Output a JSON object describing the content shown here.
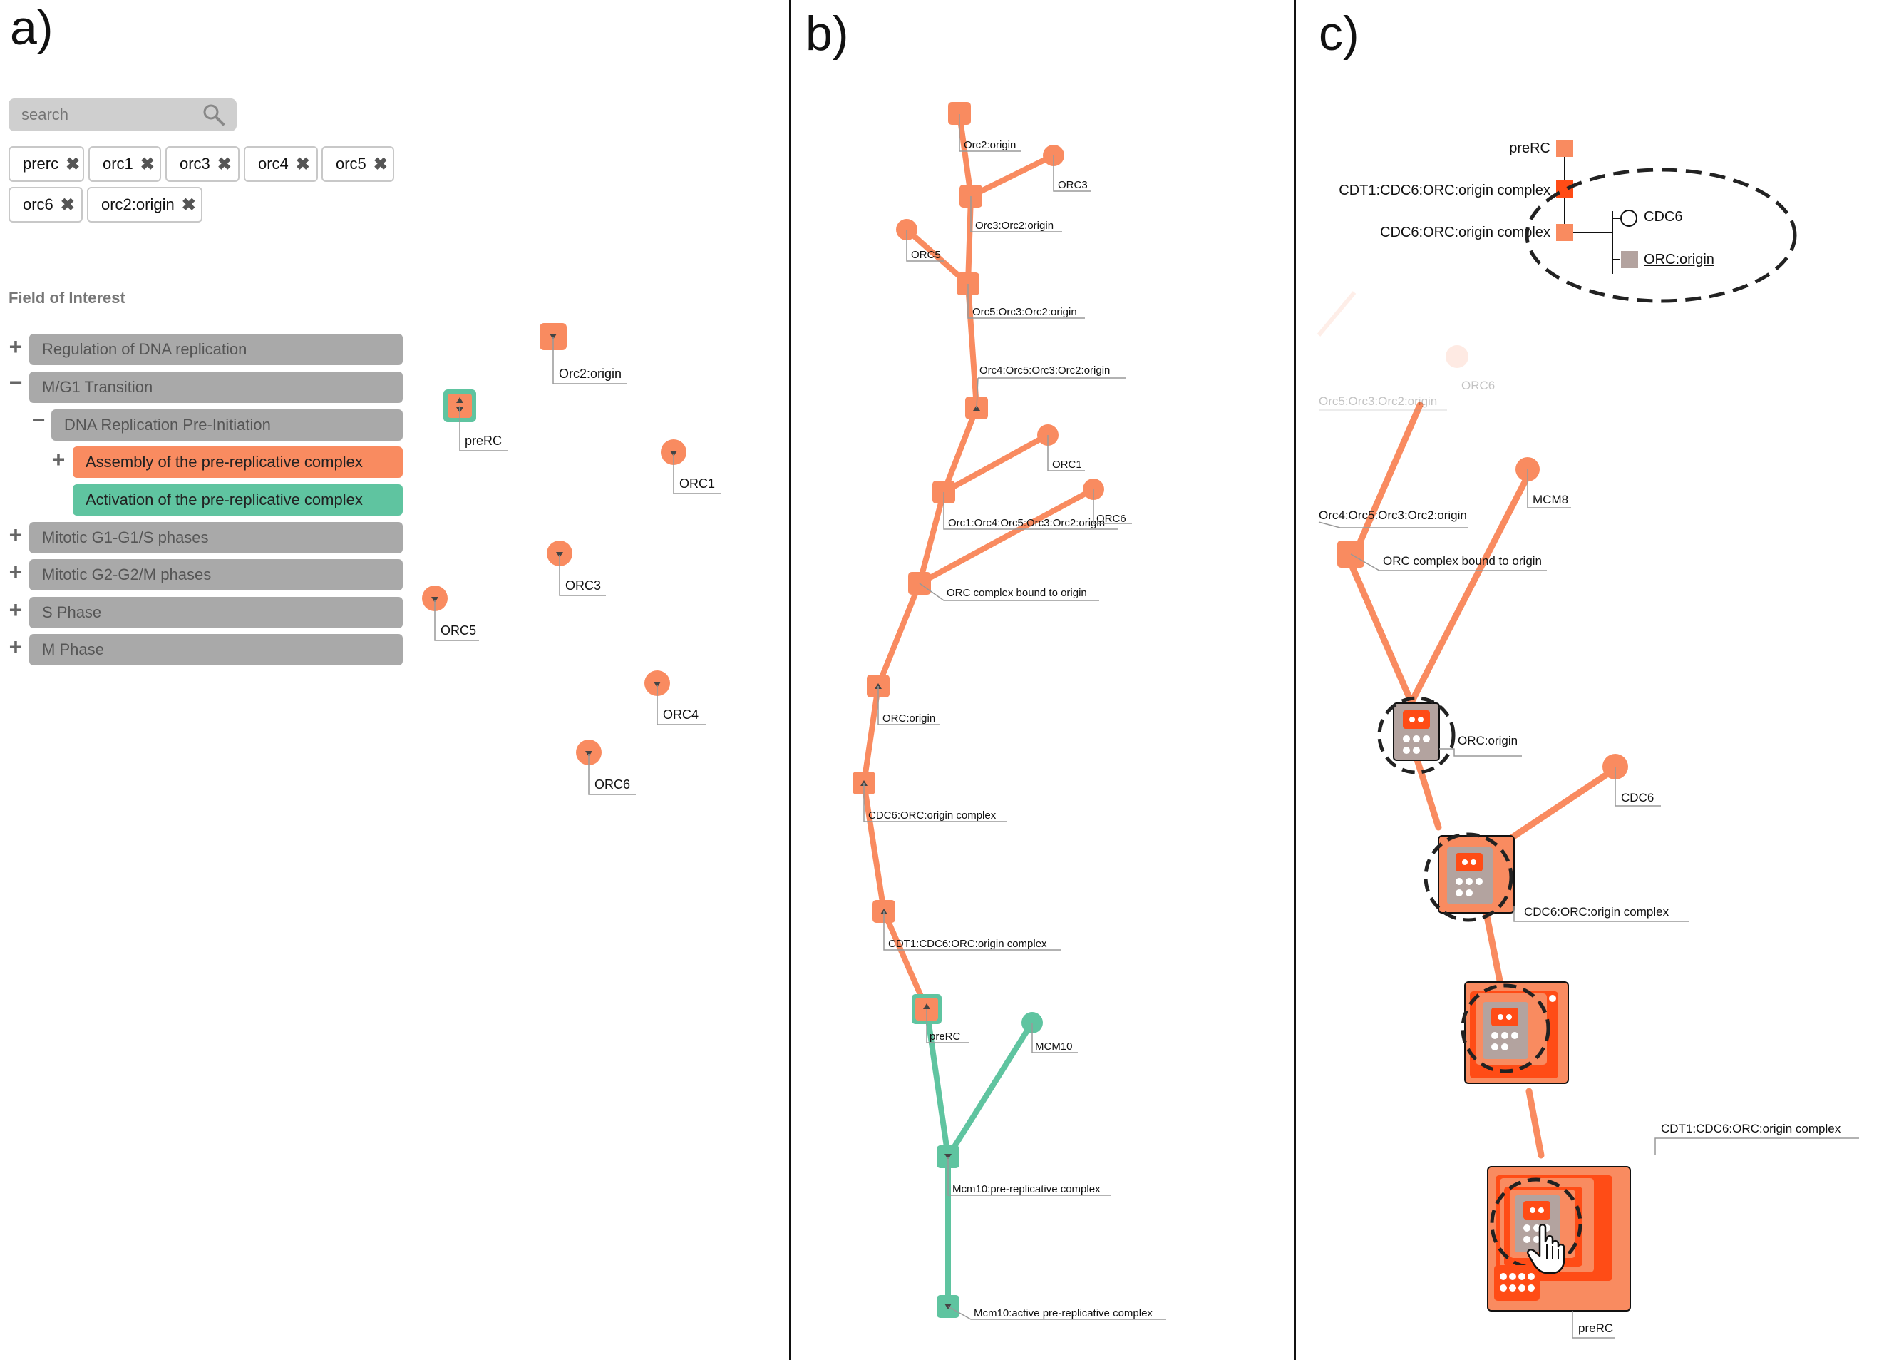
{
  "panel_labels": {
    "a": "a)",
    "b": "b)",
    "c": "c)"
  },
  "search": {
    "placeholder": "search"
  },
  "tags": [
    "prerc",
    "orc1",
    "orc3",
    "orc4",
    "orc5",
    "orc6",
    "orc2:origin"
  ],
  "field_of_interest": {
    "title": "Field of Interest",
    "items": [
      {
        "label": "Regulation of DNA replication",
        "toggle": "+",
        "state": "collapsed"
      },
      {
        "label": "M/G1 Transition",
        "toggle": "−",
        "state": "expanded"
      },
      {
        "label": "DNA Replication Pre-Initiation",
        "toggle": "−",
        "state": "expanded"
      },
      {
        "label": "Assembly of the pre-replicative complex",
        "toggle": "+",
        "state": "selected-assembly"
      },
      {
        "label": "Activation of the pre-replicative complex",
        "toggle": "",
        "state": "selected-activation"
      },
      {
        "label": "Mitotic G1-G1/S phases",
        "toggle": "+",
        "state": "collapsed"
      },
      {
        "label": "Mitotic G2-G2/M phases",
        "toggle": "+",
        "state": "collapsed"
      },
      {
        "label": "S Phase",
        "toggle": "+",
        "state": "collapsed"
      },
      {
        "label": "M Phase",
        "toggle": "+",
        "state": "collapsed"
      }
    ]
  },
  "colors": {
    "assembly": "#f98b60",
    "activation": "#5fc4a0",
    "complex_dark": "#ff4c16",
    "origin_gray": "#b3a39f",
    "tree_gray": "#a9a9a9"
  },
  "panel_a_nodes": [
    {
      "label": "Orc2:origin"
    },
    {
      "label": "preRC"
    },
    {
      "label": "ORC1"
    },
    {
      "label": "ORC3"
    },
    {
      "label": "ORC5"
    },
    {
      "label": "ORC4"
    },
    {
      "label": "ORC6"
    }
  ],
  "panel_b_nodes": [
    {
      "label": "Orc2:origin"
    },
    {
      "label": "ORC3"
    },
    {
      "label": "Orc3:Orc2:origin"
    },
    {
      "label": "ORC5"
    },
    {
      "label": "Orc5:Orc3:Orc2:origin"
    },
    {
      "label": "Orc4:Orc5:Orc3:Orc2:origin"
    },
    {
      "label": "ORC1"
    },
    {
      "label": "Orc1:Orc4:Orc5:Orc3:Orc2:origin"
    },
    {
      "label": "ORC6"
    },
    {
      "label": "ORC complex bound to origin"
    },
    {
      "label": "ORC:origin"
    },
    {
      "label": "CDC6:ORC:origin complex"
    },
    {
      "label": "CDT1:CDC6:ORC:origin complex"
    },
    {
      "label": "preRC"
    },
    {
      "label": "MCM10"
    },
    {
      "label": "Mcm10:pre-replicative complex"
    },
    {
      "label": "Mcm10:active pre-replicative complex"
    }
  ],
  "panel_c_hierarchy": [
    {
      "label": "preRC"
    },
    {
      "label": "CDT1:CDC6:ORC:origin complex"
    },
    {
      "label": "CDC6:ORC:origin complex"
    },
    {
      "label": "CDC6"
    },
    {
      "label": "ORC:origin"
    }
  ],
  "panel_c_nodes": [
    {
      "label": "Orc5:Orc3:Orc2:origin"
    },
    {
      "label": "ORC6"
    },
    {
      "label": "Orc4:Orc5:Orc3:Orc2:origin"
    },
    {
      "label": "MCM8"
    },
    {
      "label": "ORC complex bound to origin"
    },
    {
      "label": "ORC:origin"
    },
    {
      "label": "CDC6"
    },
    {
      "label": "CDC6:ORC:origin complex"
    },
    {
      "label": "CDT1:CDC6:ORC:origin complex"
    },
    {
      "label": "preRC"
    }
  ]
}
